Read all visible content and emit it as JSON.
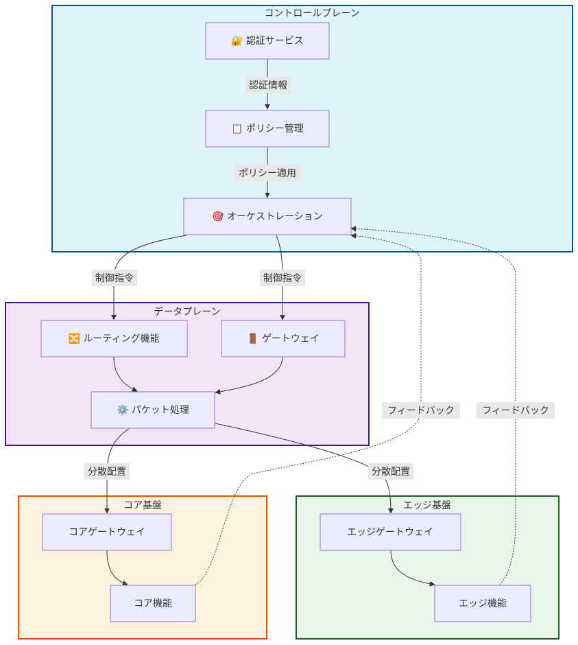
{
  "clusters": {
    "control_plane": "コントロールプレーン",
    "data_plane": "データプレーン",
    "core_infra": "コア基盤",
    "edge_infra": "エッジ基盤"
  },
  "nodes": {
    "auth_service": "🔐 認証サービス",
    "policy_mgmt": "📋 ポリシー管理",
    "orchestration": "🎯 オーケストレーション",
    "routing": "🔀 ルーティング機能",
    "gateway": "🚪 ゲートウェイ",
    "packet": "⚙️ パケット処理",
    "core_gateway": "コアゲートウェイ",
    "core_function": "コア機能",
    "edge_gateway": "エッジゲートウェイ",
    "edge_function": "エッジ機能"
  },
  "edges": {
    "auth_info": "認証情報",
    "policy_apply": "ポリシー適用",
    "control_cmd_1": "制御指令",
    "control_cmd_2": "制御指令",
    "distribute_1": "分散配置",
    "distribute_2": "分散配置",
    "feedback_1": "フィードバック",
    "feedback_2": "フィードバック"
  },
  "colors": {
    "control_plane_fill": "#e0f4fc",
    "control_plane_stroke": "#01579b",
    "data_plane_fill": "#f3e5f5",
    "data_plane_stroke": "#4a148c",
    "core_fill": "#fff3e0",
    "core_stroke": "#e65100",
    "edge_fill": "#e8f5e9",
    "edge_stroke": "#1b5e20",
    "node_fill": "#ececff",
    "node_stroke": "#9370db",
    "edge_label_bg": "#e8e8e8"
  }
}
